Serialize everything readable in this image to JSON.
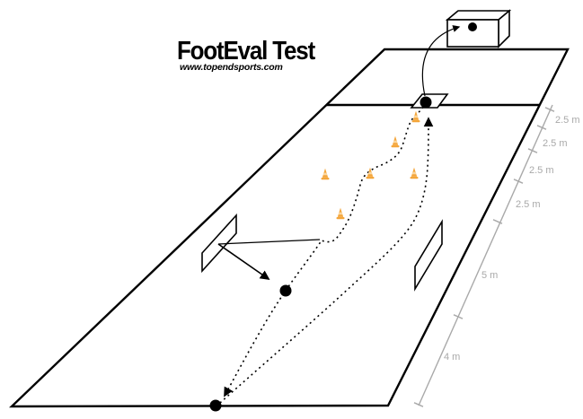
{
  "header": {
    "title": "FootEval Test",
    "website": "www.topendsports.com"
  },
  "measurements": {
    "labels": [
      "2.5 m",
      "2.5 m",
      "2.5 m",
      "2.5 m",
      "5 m",
      "4 m"
    ]
  },
  "colors": {
    "ink": "#000000",
    "cone": "#F4A63B",
    "cone_stripe": "#FBD7A0",
    "measure": "#A9A9A9"
  },
  "icons": {
    "cone": "orange-training-cone",
    "ball": "black-filled-circle"
  }
}
